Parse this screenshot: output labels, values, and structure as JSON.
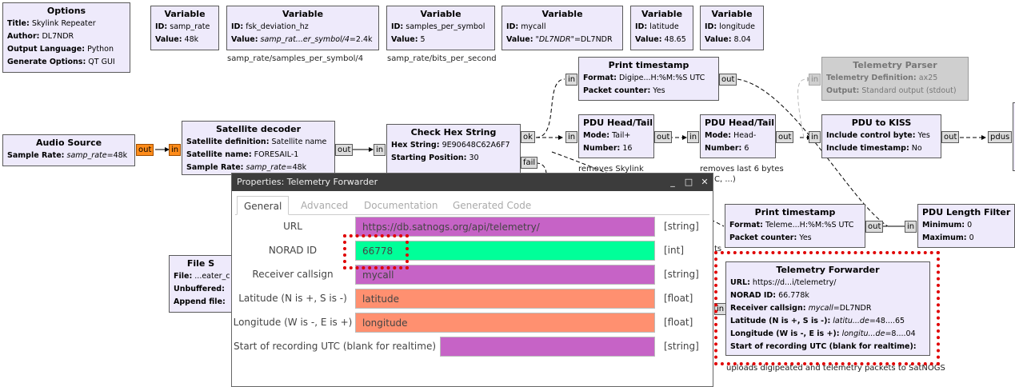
{
  "colors": {
    "block": "#eeeafb",
    "disabled": "#cfcfcf",
    "port_out": "#ff8c1a",
    "input_string": "#c663c6",
    "input_int": "#00ff99",
    "input_float": "#ff9070",
    "highlight": "#e00000",
    "titlebar": "#3c3c3c"
  },
  "blocks": {
    "options": {
      "title": "Options",
      "r1l": "Title:",
      "r1v": "Skylink Repeater",
      "r2l": "Author:",
      "r2v": "DL7NDR",
      "r3l": "Output Language:",
      "r3v": "Python",
      "r4l": "Generate Options:",
      "r4v": "QT GUI"
    },
    "var1": {
      "title": "Variable",
      "r1l": "ID:",
      "r1v": "samp_rate",
      "r2l": "Value:",
      "r2v": "48k"
    },
    "var2": {
      "title": "Variable",
      "r1l": "ID:",
      "r1v": "fsk_deviation_hz",
      "r2l": "Value:",
      "r2i": "samp_rat...er_symbol/4",
      "r2v": "=2.4k",
      "note": "samp_rate/samples_per_symbol/4"
    },
    "var3": {
      "title": "Variable",
      "r1l": "ID:",
      "r1v": "samples_per_symbol",
      "r2l": "Value:",
      "r2v": "5",
      "note": "samp_rate/bits_per_second"
    },
    "var4": {
      "title": "Variable",
      "r1l": "ID:",
      "r1v": "mycall",
      "r2l": "Value:",
      "r2i": "\"DL7NDR\"",
      "r2v": "=DL7NDR"
    },
    "var5": {
      "title": "Variable",
      "r1l": "ID:",
      "r1v": "latitude",
      "r2l": "Value:",
      "r2v": "48.65"
    },
    "var6": {
      "title": "Variable",
      "r1l": "ID:",
      "r1v": "longitude",
      "r2l": "Value:",
      "r2v": "8.04"
    },
    "audio": {
      "title": "Audio Source",
      "r1l": "Sample Rate:",
      "r1i": "samp_rate",
      "r1v": "=48k",
      "out": "out"
    },
    "satdec": {
      "title": "Satellite decoder",
      "r1l": "Satellite definition:",
      "r1v": "Satellite name",
      "r2l": "Satellite name:",
      "r2v": "FORESAIL-1",
      "r3l": "Sample Rate:",
      "r3i": "samp_rate",
      "r3v": "=48k",
      "in": "in",
      "out": "out"
    },
    "checkhex": {
      "title": "Check Hex String",
      "r1l": "Hex String:",
      "r1v": "9E90648C62A6F7",
      "r2l": "Starting Position:",
      "r2v": "30",
      "in": "in",
      "ok": "ok",
      "fail": "fail"
    },
    "printts1": {
      "title": "Print timestamp",
      "r1l": "Format:",
      "r1v": "Digipe...H:%M:%S UTC",
      "r2l": "Packet counter:",
      "r2v": "Yes",
      "in": "in",
      "out": "out"
    },
    "telparser": {
      "title": "Telemetry Parser",
      "r1l": "Telemetry Definition:",
      "r1v": "ax25",
      "r2l": "Output:",
      "r2v": "Standard output (stdout)",
      "in": "in"
    },
    "pduht1": {
      "title": "PDU Head/Tail",
      "r1l": "Mode:",
      "r1v": "Tail+",
      "r2l": "Number:",
      "r2v": "16",
      "in": "in",
      "out": "out",
      "note": "removes Skylink"
    },
    "pduht2": {
      "title": "PDU Head/Tail",
      "r1l": "Mode:",
      "r1v": "Head-",
      "r2l": "Number:",
      "r2v": "6",
      "in": "in",
      "out": "out",
      "note": "removes last 6 bytes",
      "note2": "C, ...)"
    },
    "pdukiss": {
      "title": "PDU to KISS",
      "r1l": "Include control byte:",
      "r1v": "Yes",
      "r2l": "Include timestamp:",
      "r2v": "No",
      "in": "in",
      "out": "out",
      "pdus": "pdus"
    },
    "printts2": {
      "title": "Print timestamp",
      "r1l": "Format:",
      "r1v": "Teleme...H:%M:%S UTC",
      "r2l": "Packet counter:",
      "r2v": "Yes",
      "in": "in",
      "out": "out",
      "side": "ts"
    },
    "pdulen": {
      "title": "PDU Length Filter",
      "r1l": "Minimum:",
      "r1v": "0",
      "r2l": "Maximum:",
      "r2v": "0",
      "in": "in"
    },
    "filesink": {
      "title": "File S",
      "r1l": "File:",
      "r1v": "...eater_c",
      "r2l": "Unbuffered:",
      "r3l": "Append file:"
    },
    "telfwd": {
      "title": "Telemetry Forwarder",
      "r1l": "URL:",
      "r1v": "https://d...i/telemetry/",
      "r2l": "NORAD ID:",
      "r2v": "66.778k",
      "r3l": "Receiver callsign:",
      "r3i": "mycall",
      "r3v": "=DL7NDR",
      "r4l": "Latitude (N is +, S is -):",
      "r4i": "latitu...de",
      "r4v": "=48....65",
      "r5l": "Longitude (W is -, E is +):",
      "r5i": "longitu...de",
      "r5v": "=8....04",
      "r6l": "Start of recording UTC (blank for realtime):",
      "in": "in",
      "note": "uploads digipeated and telemetry packets to SatNOGS"
    }
  },
  "dialog": {
    "title": "Properties: Telemetry Forwarder",
    "btn_min": "_",
    "btn_max": "□",
    "btn_close": "✕",
    "tabs": [
      "General",
      "Advanced",
      "Documentation",
      "Generated Code"
    ],
    "params": [
      {
        "label": "URL",
        "value": "https://db.satnogs.org/api/telemetry/",
        "type": "[string]"
      },
      {
        "label": "NORAD ID",
        "value": "66778",
        "type": "[int]"
      },
      {
        "label": "Receiver callsign",
        "value": "mycall",
        "type": "[string]"
      },
      {
        "label": "Latitude (N is +, S is -)",
        "value": "latitude",
        "type": "[float]"
      },
      {
        "label": "Longitude (W is -, E is +)",
        "value": "longitude",
        "type": "[float]"
      },
      {
        "label": "Start of recording UTC (blank for realtime)",
        "value": "",
        "type": "[string]"
      }
    ]
  }
}
